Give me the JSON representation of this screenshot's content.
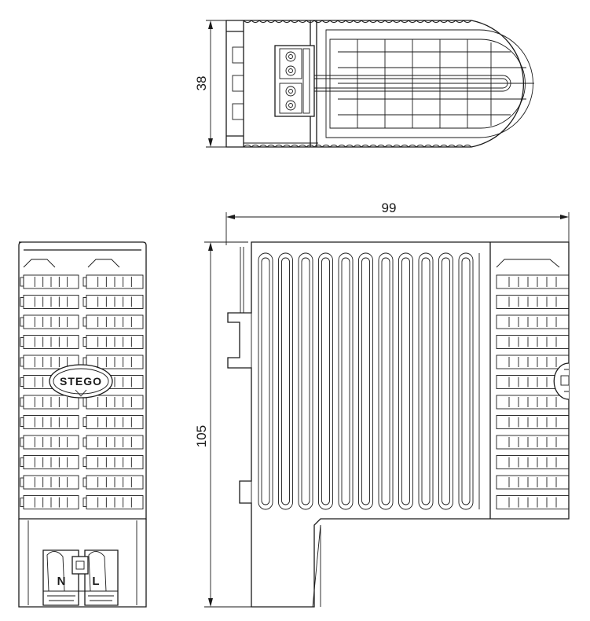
{
  "dimensions": {
    "height_top_view": "38",
    "width_side_view": "99",
    "height_side_view": "105"
  },
  "logo": {
    "text": "STEGO"
  },
  "terminals": {
    "neutral": "N",
    "line": "L"
  }
}
